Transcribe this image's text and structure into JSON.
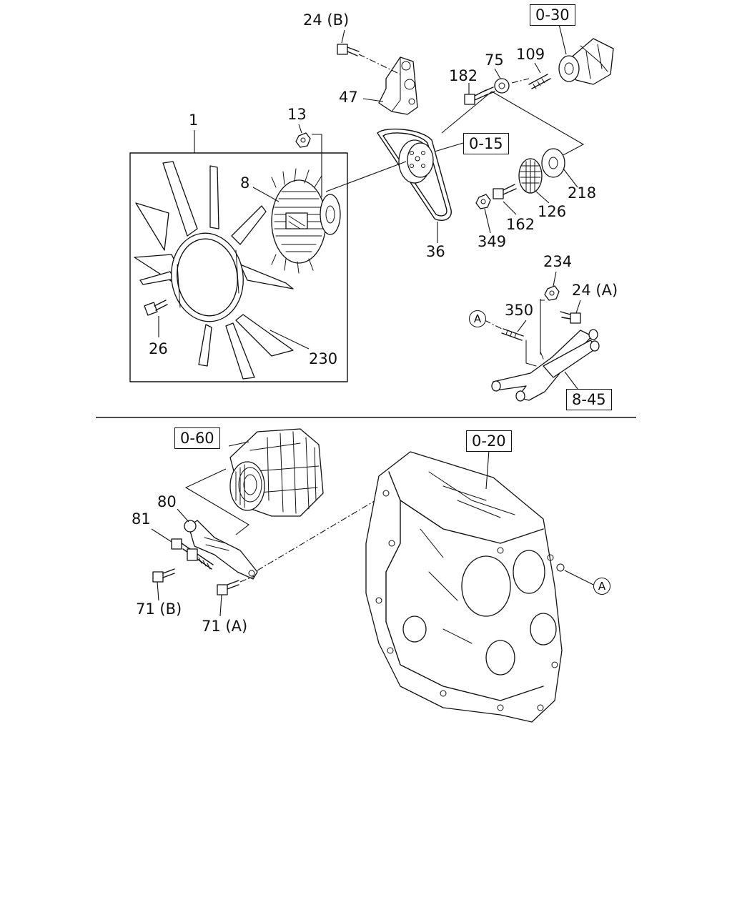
{
  "labels": {
    "l24b": "24 (B)",
    "l47": "47",
    "l13": "13",
    "l1": "1",
    "l8": "8",
    "l26": "26",
    "l230": "230",
    "l182": "182",
    "l75": "75",
    "l109": "109",
    "l36": "36",
    "l218": "218",
    "l126": "126",
    "l162": "162",
    "l349": "349",
    "l234": "234",
    "l24a": "24 (A)",
    "l350": "350",
    "l80": "80",
    "l81": "81",
    "l71b": "71 (B)",
    "l71a": "71 (A)"
  },
  "refs": {
    "r030": "0-30",
    "r015": "0-15",
    "r845": "8-45",
    "r060": "0-60",
    "r020": "0-20"
  },
  "markers": {
    "a_top": "A",
    "a_bottom": "A"
  },
  "icons": {
    "fan": "cooling-fan-icon",
    "fan_clutch": "fan-clutch-icon",
    "water_pump": "water-pump-icon",
    "pulley": "pulley-icon",
    "belt": "v-belt-icon",
    "idler": "idler-pulley-icon",
    "water_pipe": "water-pipe-icon",
    "generator": "generator-icon",
    "adjusting_plate": "adjusting-plate-icon",
    "timing_case": "timing-gear-case-icon",
    "bracket": "bracket-icon"
  },
  "colors": {
    "ink": "#111111",
    "paper": "#ffffff"
  }
}
